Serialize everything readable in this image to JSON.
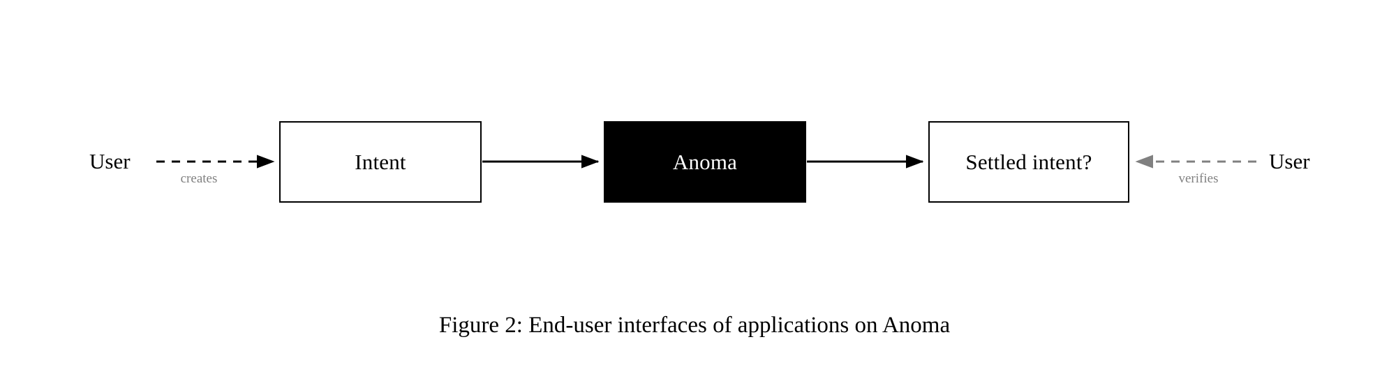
{
  "figure": {
    "caption": "Figure 2: End-user interfaces of applications on Anoma",
    "background_color": "#ffffff"
  },
  "diagram": {
    "type": "flow",
    "orientation": "left-to-right",
    "nodes": [
      {
        "id": "user-left",
        "label": "User",
        "kind": "actor",
        "fill": "#ffffff",
        "text_color": "#000000"
      },
      {
        "id": "intent",
        "label": "Intent",
        "kind": "box",
        "fill": "#ffffff",
        "border_color": "#000000",
        "text_color": "#000000"
      },
      {
        "id": "anoma",
        "label": "Anoma",
        "kind": "box",
        "fill": "#000000",
        "border_color": "#000000",
        "text_color": "#ffffff"
      },
      {
        "id": "settled",
        "label": "Settled intent?",
        "kind": "box",
        "fill": "#ffffff",
        "border_color": "#000000",
        "text_color": "#000000"
      },
      {
        "id": "user-right",
        "label": "User",
        "kind": "actor",
        "fill": "#ffffff",
        "text_color": "#000000"
      }
    ],
    "edges": [
      {
        "id": "user-creates-intent",
        "from": "user-left",
        "to": "intent",
        "label": "creates",
        "style": "dashed",
        "color": "#000000",
        "label_color": "#808080",
        "direction": "right"
      },
      {
        "id": "intent-to-anoma",
        "from": "intent",
        "to": "anoma",
        "label": "",
        "style": "solid",
        "color": "#000000",
        "direction": "right"
      },
      {
        "id": "anoma-to-settled",
        "from": "anoma",
        "to": "settled",
        "label": "",
        "style": "solid",
        "color": "#000000",
        "direction": "right"
      },
      {
        "id": "user-verifies-settled",
        "from": "user-right",
        "to": "settled",
        "label": "verifies",
        "style": "dashed",
        "color": "#808080",
        "label_color": "#808080",
        "direction": "left"
      }
    ]
  }
}
